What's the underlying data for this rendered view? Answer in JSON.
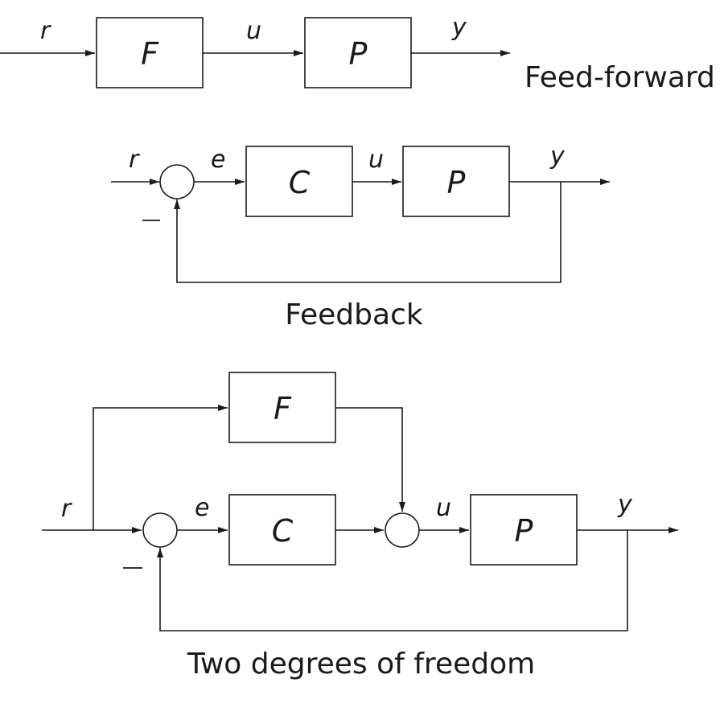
{
  "diagrams": {
    "feedforward": {
      "caption": "Feed-forward",
      "signals": {
        "r": "r",
        "u": "u",
        "y": "y"
      },
      "blocks": {
        "F": "F",
        "P": "P"
      }
    },
    "feedback": {
      "caption": "Feedback",
      "signals": {
        "r": "r",
        "e": "e",
        "u": "u",
        "y": "y"
      },
      "blocks": {
        "C": "C",
        "P": "P"
      },
      "minus_sign": "—"
    },
    "two_dof": {
      "caption": "Two degrees of freedom",
      "signals": {
        "r": "r",
        "e": "e",
        "u": "u",
        "y": "y"
      },
      "blocks": {
        "F": "F",
        "C": "C",
        "P": "P"
      },
      "minus_sign": "—"
    }
  }
}
